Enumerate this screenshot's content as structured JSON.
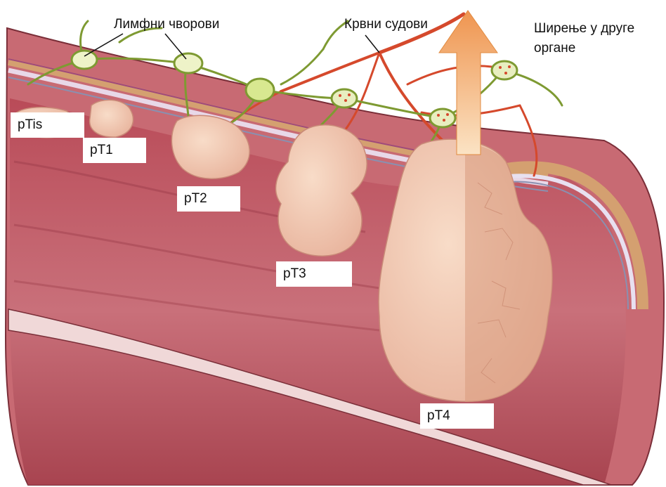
{
  "labels": {
    "lymph_nodes": "Лимфни чворови",
    "blood_vessels": "Крвни судови",
    "spread_line1": "Ширење у друге",
    "spread_line2": "органе"
  },
  "stages": {
    "ptis": "pTis",
    "pt1": "pT1",
    "pt2": "pT2",
    "pt3": "pT3",
    "pt4": "pT4"
  },
  "colors": {
    "mucosa": "#c0606a",
    "mucosa_dark": "#8e3641",
    "serosa": "#e0a070",
    "tumor": "#f2c7b0",
    "tumor_shadow": "#d89a86",
    "lymph": "#8aa040",
    "vessel": "#d5492c",
    "arrow": "#f0a660"
  }
}
